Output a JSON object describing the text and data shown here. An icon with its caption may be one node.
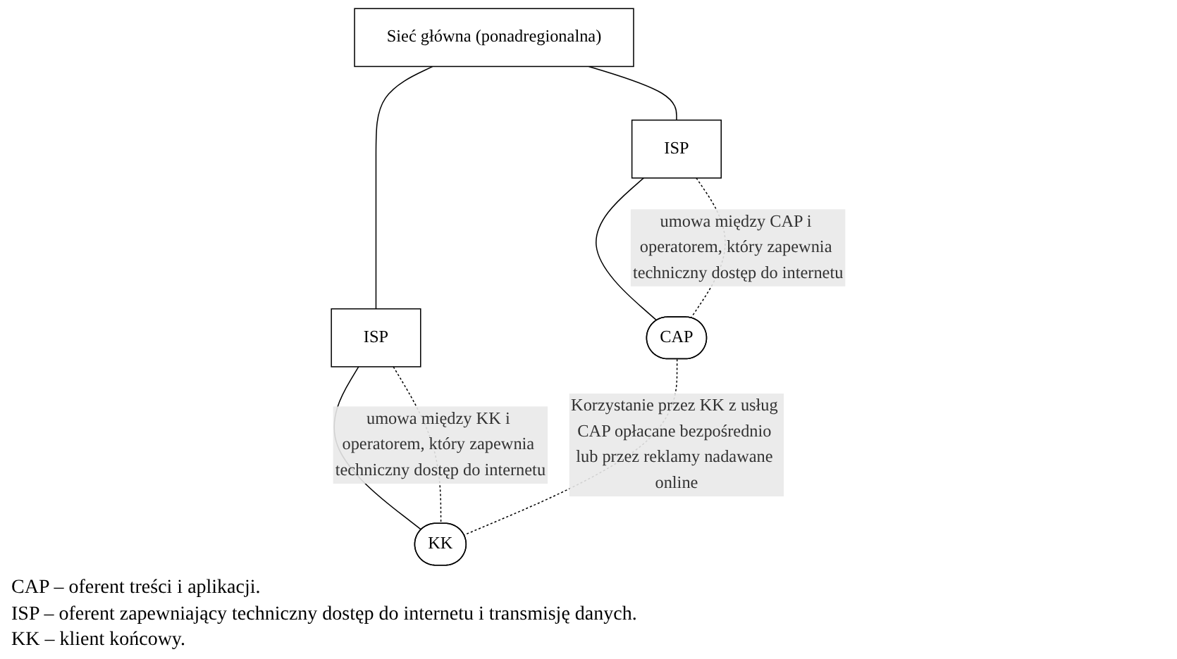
{
  "diagram": {
    "nodes": [
      {
        "text": [
          "Sieć główna (ponadregionalna)"
        ]
      },
      {
        "text": [
          "CAP"
        ]
      },
      {
        "text": [
          "ISP"
        ]
      },
      {
        "text": [
          "ISP"
        ]
      },
      {
        "text": [
          "KK"
        ]
      }
    ],
    "edges": [
      {
        "from": 0,
        "to": 2,
        "arrow": "none"
      },
      {
        "from": 0,
        "to": 3,
        "arrow": "none"
      },
      {
        "from": 2,
        "to": 1,
        "arrow": "none"
      },
      {
        "from": 3,
        "to": 4,
        "arrow": "none"
      },
      {
        "from": 2,
        "to": 1,
        "arrow": "none",
        "style": "dashed",
        "label": "umowa między CAP i operatorem, który zapewnia techniczny dostęp do internetu"
      },
      {
        "from": 3,
        "to": 4,
        "arrow": "none",
        "style": "dashed",
        "label": "umowa między KK i operatorem, który zapewnia techniczny dostęp do internetu"
      },
      {
        "from": 1,
        "to": 4,
        "arrow": "none",
        "style": "dashed",
        "label": "Korzystanie przez KK z usług CAP opłacane bezpośrednio lub przez reklamy nadawane online"
      }
    ],
    "labels": [
      "CAP – oferent treści i aplikacji.",
      "ISP – oferent zapewniający techniczny dostęp do internetu i transmisję danych.",
      "KK – klient końcowy."
    ]
  }
}
